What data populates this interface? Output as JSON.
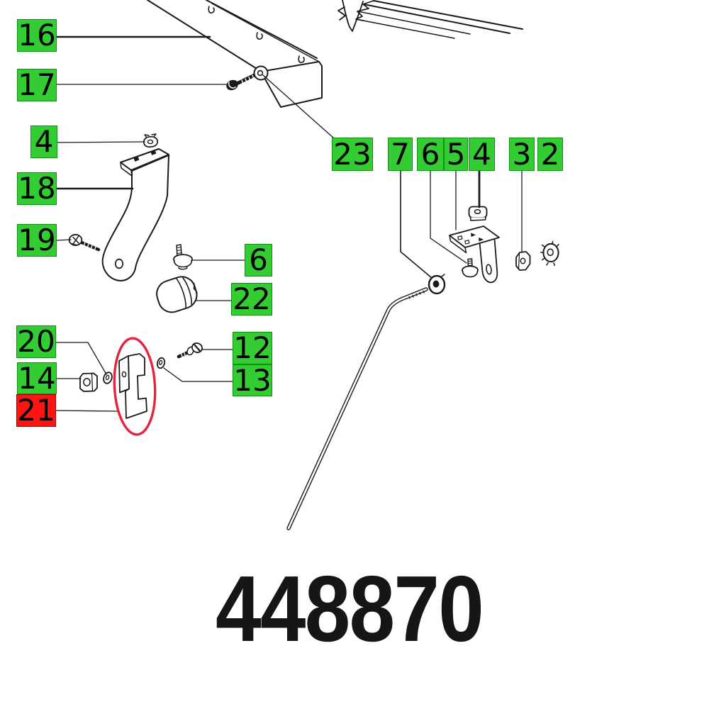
{
  "part_number": "448870",
  "colors": {
    "label-green": "#33cc33",
    "label-red": "#ff1414",
    "highlight-red": "#e2253f",
    "line": "#1a1a1a"
  },
  "labels": [
    {
      "id": "16",
      "text": "16"
    },
    {
      "id": "17",
      "text": "17"
    },
    {
      "id": "4-left",
      "text": "4"
    },
    {
      "id": "18",
      "text": "18"
    },
    {
      "id": "19",
      "text": "19"
    },
    {
      "id": "6-left",
      "text": "6"
    },
    {
      "id": "22",
      "text": "22"
    },
    {
      "id": "20",
      "text": "20"
    },
    {
      "id": "14",
      "text": "14"
    },
    {
      "id": "21",
      "text": "21",
      "highlighted": true
    },
    {
      "id": "12",
      "text": "12"
    },
    {
      "id": "13",
      "text": "13"
    },
    {
      "id": "23",
      "text": "23"
    },
    {
      "id": "7",
      "text": "7"
    },
    {
      "id": "6-right",
      "text": "6"
    },
    {
      "id": "5",
      "text": "5"
    },
    {
      "id": "4-right",
      "text": "4"
    },
    {
      "id": "3",
      "text": "3"
    },
    {
      "id": "2",
      "text": "2"
    }
  ]
}
